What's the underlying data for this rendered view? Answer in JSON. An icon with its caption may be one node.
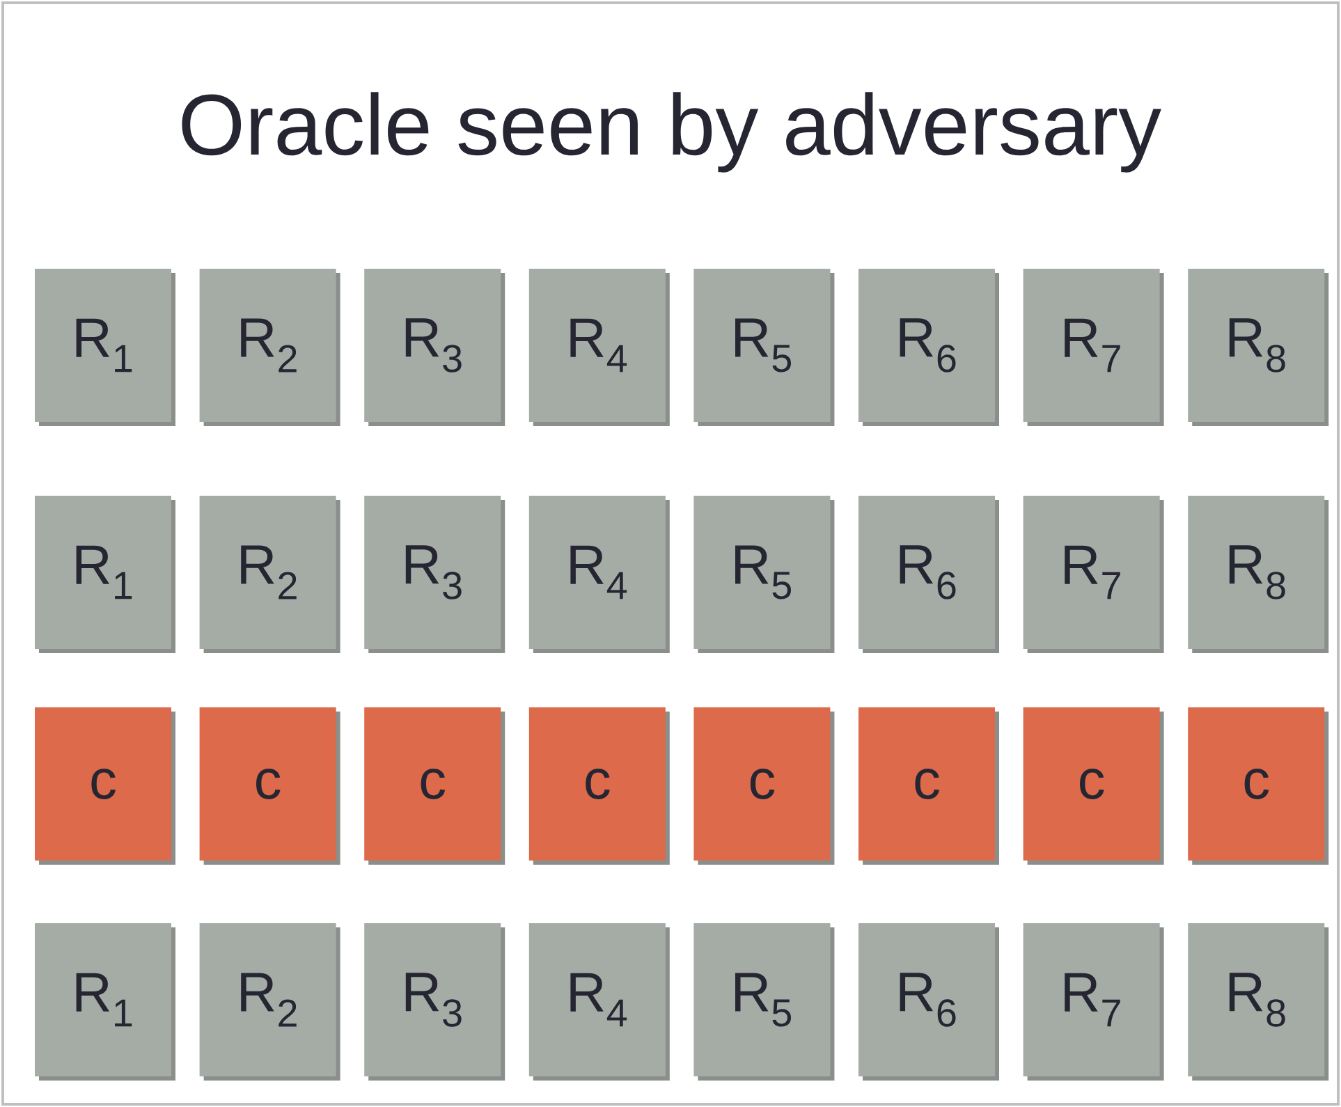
{
  "diagram": {
    "title": "Oracle seen by adversary",
    "nodes": [
      {
        "text": [
          "R$_{1}$"
        ]
      },
      {
        "text": [
          "R$_{2}$"
        ]
      },
      {
        "text": [
          "R$_{3}$"
        ]
      },
      {
        "text": [
          "R$_{4}$"
        ]
      },
      {
        "text": [
          "R$_{5}$"
        ]
      },
      {
        "text": [
          "R$_{6}$"
        ]
      },
      {
        "text": [
          "R$_{7}$"
        ]
      },
      {
        "text": [
          "R$_{8}$"
        ]
      },
      {
        "text": [
          "R$_{1}$"
        ]
      },
      {
        "text": [
          "R$_{2}$"
        ]
      },
      {
        "text": [
          "R$_{3}$"
        ]
      },
      {
        "text": [
          "R$_{4}$"
        ]
      },
      {
        "text": [
          "R$_{5}$"
        ]
      },
      {
        "text": [
          "R$_{6}$"
        ]
      },
      {
        "text": [
          "R$_{7}$"
        ]
      },
      {
        "text": [
          "R$_{8}$"
        ]
      },
      {
        "text": [
          "c"
        ]
      },
      {
        "text": [
          "c"
        ]
      },
      {
        "text": [
          "c"
        ]
      },
      {
        "text": [
          "c"
        ]
      },
      {
        "text": [
          "c"
        ]
      },
      {
        "text": [
          "c"
        ]
      },
      {
        "text": [
          "c"
        ]
      },
      {
        "text": [
          "c"
        ]
      },
      {
        "text": [
          "R$_{1}$"
        ]
      },
      {
        "text": [
          "R$_{2}$"
        ]
      },
      {
        "text": [
          "R$_{3}$"
        ]
      },
      {
        "text": [
          "R$_{4}$"
        ]
      },
      {
        "text": [
          "R$_{5}$"
        ]
      },
      {
        "text": [
          "R$_{6}$"
        ]
      },
      {
        "text": [
          "R$_{7}$"
        ]
      },
      {
        "text": [
          "R$_{8}$"
        ]
      }
    ]
  }
}
